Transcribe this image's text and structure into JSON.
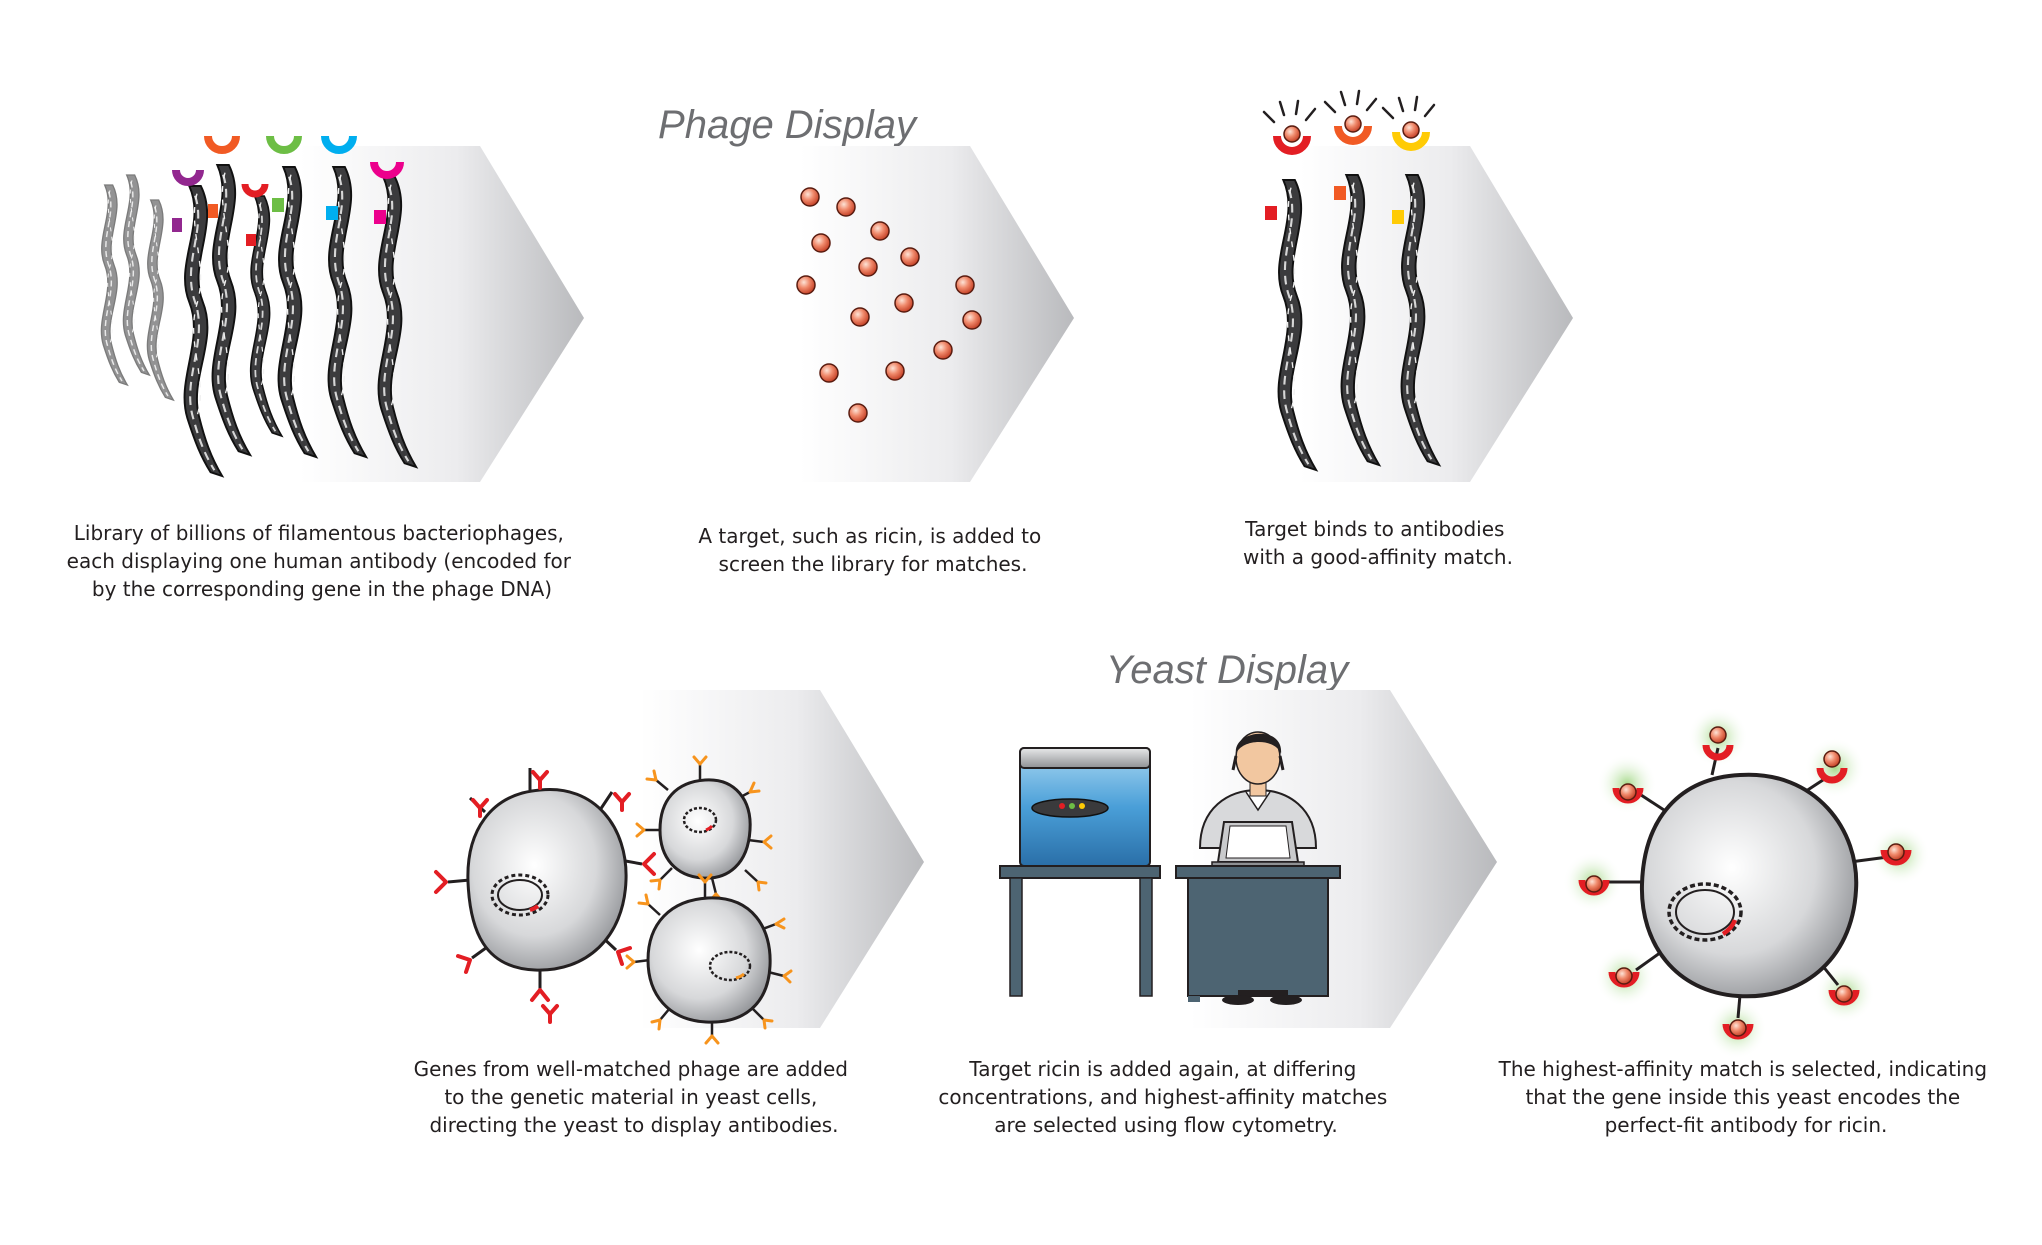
{
  "phage_display": {
    "title": "Phage Display",
    "step1": {
      "lines": [
        "Library of billions of filamentous bacteriophages,",
        "each displaying one human antibody (encoded for",
        "by the corresponding gene in the phage DNA)"
      ]
    },
    "step2": {
      "lines": [
        "A target, such as ricin, is added to",
        "screen the library for matches."
      ]
    },
    "step3": {
      "lines": [
        "Target binds to antibodies",
        "with a good-affinity match."
      ]
    }
  },
  "yeast_display": {
    "title": "Yeast Display",
    "step1": {
      "lines": [
        "Genes from well-matched phage are added",
        "to the genetic material in yeast cells,",
        "directing the yeast to display antibodies."
      ]
    },
    "step2": {
      "lines": [
        "Target ricin is added again, at differing",
        "concentrations, and highest-affinity matches",
        "are selected using flow cytometry."
      ]
    },
    "step3": {
      "lines": [
        "The highest-affinity match is selected, indicating",
        "that the gene inside this yeast encodes the",
        "perfect-fit antibody for ricin."
      ]
    }
  },
  "colors": {
    "title_gray": "#6d6e71",
    "text": "#231f20",
    "ricin": "#e8553f",
    "antibody_red": "#e31e24",
    "antibody_orange": "#f7941d",
    "antibody_yellow": "#ffcb05",
    "antibody_purple": "#92278f",
    "antibody_green": "#6dbe45",
    "antibody_blue": "#00aeef",
    "antibody_magenta": "#ec008c",
    "desk": "#4d6472",
    "machine_blue": "#4a9fd8",
    "glow_green": "#c9e6b3"
  },
  "icons": [
    "phage-icon",
    "ricin-target-icon",
    "arrow-chevron-icon",
    "yeast-cell-icon",
    "dna-plasmid-icon",
    "flow-cytometer-icon",
    "scientist-icon",
    "laptop-icon",
    "desk-icon"
  ]
}
